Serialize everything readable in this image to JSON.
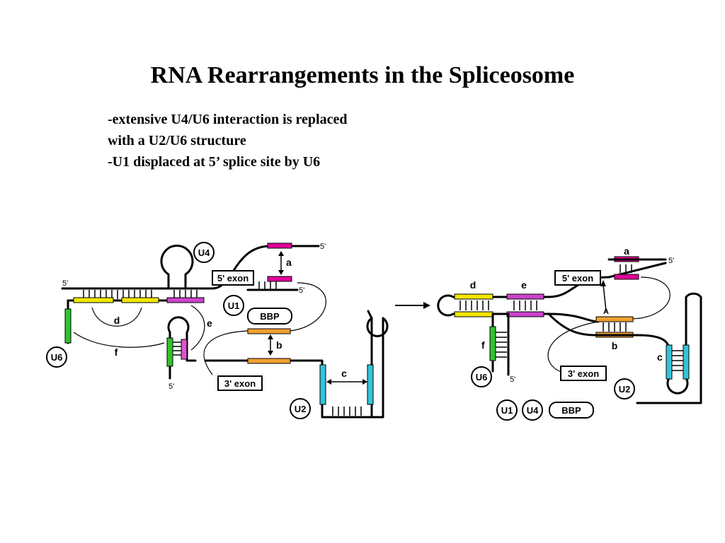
{
  "title": "RNA Rearrangements in the Spliceosome",
  "bullets": [
    "-extensive U4/U6 interaction is replaced",
    "with a U2/U6 structure",
    "-U1 displaced at 5’ splice site by U6"
  ],
  "diagram": {
    "left": {
      "snrnas": {
        "u6": "U6",
        "u4": "U4",
        "u1": "U1",
        "u2": "U2",
        "bbp": "BBP"
      },
      "exons": {
        "five_prime": "5' exon",
        "three_prime": "3' exon"
      },
      "interactions": {
        "a": "a",
        "b": "b",
        "c": "c",
        "d": "d",
        "e": "e",
        "f": "f"
      },
      "ends": {
        "u6_5p_top": "5'",
        "u6_5p_bottom": "5'",
        "u1_5p": "5'",
        "pre_mrna_5p": "5'"
      }
    },
    "right": {
      "snrnas": {
        "u6": "U6",
        "u1": "U1",
        "u4": "U4",
        "u2": "U2",
        "bbp": "BBP"
      },
      "exons": {
        "five_prime": "5' exon",
        "three_prime": "3' exon"
      },
      "interactions": {
        "a": "a",
        "b": "b",
        "c": "c",
        "d": "d",
        "e": "e",
        "f": "f"
      },
      "branch_point": "A",
      "ends": {
        "u1_5p": "5'",
        "u6_5p": "5'"
      }
    },
    "colors": {
      "yellow": "#f2e600",
      "magenta": "#e0009a",
      "violet": "#cc44cc",
      "green": "#2ec42e",
      "orange": "#f0a030",
      "cyan": "#33c3d8",
      "pink_violet": "#dd55cc"
    }
  }
}
